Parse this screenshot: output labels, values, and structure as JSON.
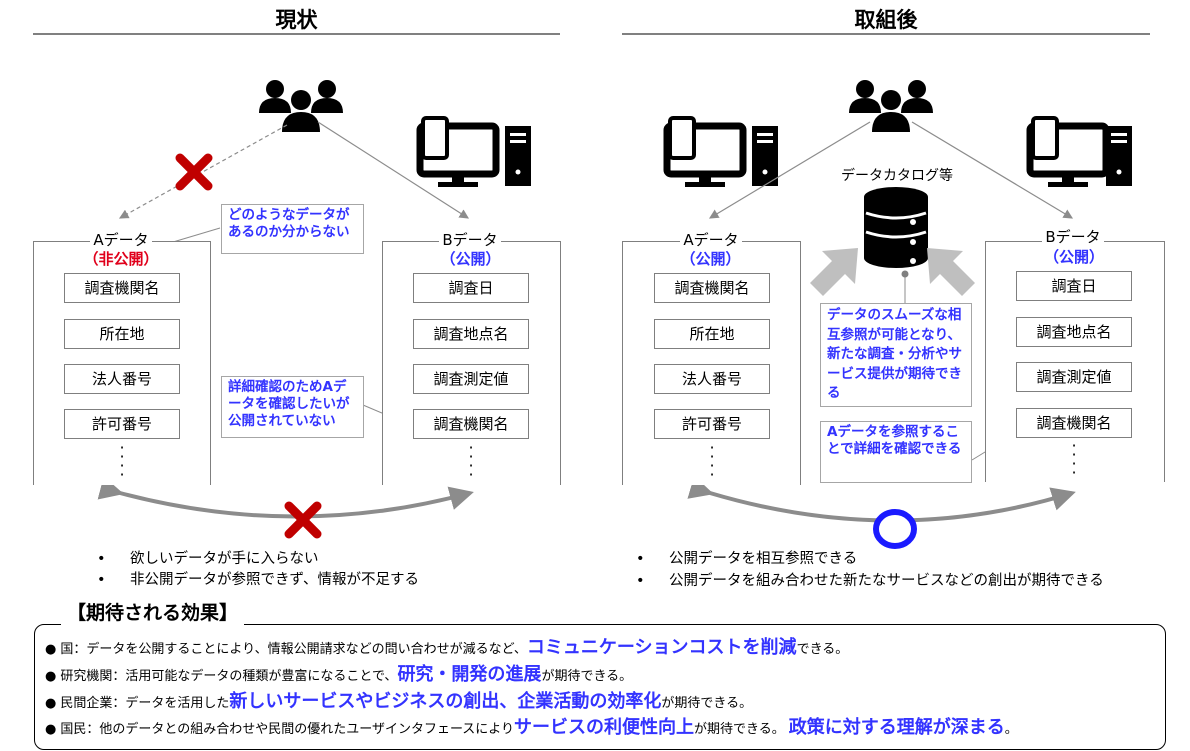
{
  "left": {
    "heading": "現状",
    "panel_a": {
      "title": "Aデータ",
      "status": "（非公開）",
      "items": [
        "調査機関名",
        "所在地",
        "法人番号",
        "許可番号"
      ]
    },
    "panel_b": {
      "title": "Bデータ",
      "status": "（公開）",
      "items": [
        "調査日",
        "調査地点名",
        "調査測定値",
        "調査機関名"
      ]
    },
    "note_top": "どのようなデータがあるのか分からない",
    "note_bottom": "詳細確認のためAデータを確認したいが公開されていない",
    "bullets": [
      "欲しいデータが手に入らない",
      "非公開データが参照できず、情報が不足する"
    ],
    "icons": [
      "users-icon",
      "computer-icon",
      "cross-icon"
    ]
  },
  "right": {
    "heading": "取組後",
    "catalog_label": "データカタログ等",
    "panel_a": {
      "title": "Aデータ",
      "status": "（公開）",
      "items": [
        "調査機関名",
        "所在地",
        "法人番号",
        "許可番号"
      ]
    },
    "panel_b": {
      "title": "Bデータ",
      "status": "（公開）",
      "items": [
        "調査日",
        "調査地点名",
        "調査測定値",
        "調査機関名"
      ]
    },
    "note_top": "データのスムーズな相互参照が可能となり、新たな調査・分析やサービス提供が期待できる",
    "note_bottom": "Aデータを参照することで詳細を確認できる",
    "bullets": [
      "公開データを相互参照できる",
      "公開データを組み合わせた新たなサービスなどの創出が期待できる"
    ],
    "icons": [
      "users-icon",
      "computer-icon",
      "database-icon",
      "circle-icon"
    ]
  },
  "effects": {
    "heading": "【期待される効果】",
    "rows": [
      {
        "prefix": "国：データを公開することにより、情報公開請求などの問い合わせが減るなど、",
        "highlight": "コミュニケーションコストを削減",
        "suffix": "できる。"
      },
      {
        "prefix": "研究機関：活用可能なデータの種類が豊富になることで、",
        "highlight": "研究・開発の進展",
        "suffix": "が期待できる。"
      },
      {
        "prefix": "民間企業：データを活用した",
        "highlight": "新しいサービスやビジネスの創出、企業活動の効率化",
        "suffix": "が期待できる。"
      },
      {
        "prefix": "国民：他のデータとの組み合わせや民間の優れたユーザインタフェースにより",
        "highlight": "サービスの利便性向上",
        "suffix": "が期待できる。",
        "highlight2": "政策に対する理解が深まる",
        "suffix2": "。"
      }
    ]
  },
  "colors": {
    "accent_blue": "#3333ff",
    "red": "#e0001b",
    "cross": "#c00000",
    "arrow_gray": "#7f7f7f",
    "circle_blue": "#1a1aff"
  }
}
